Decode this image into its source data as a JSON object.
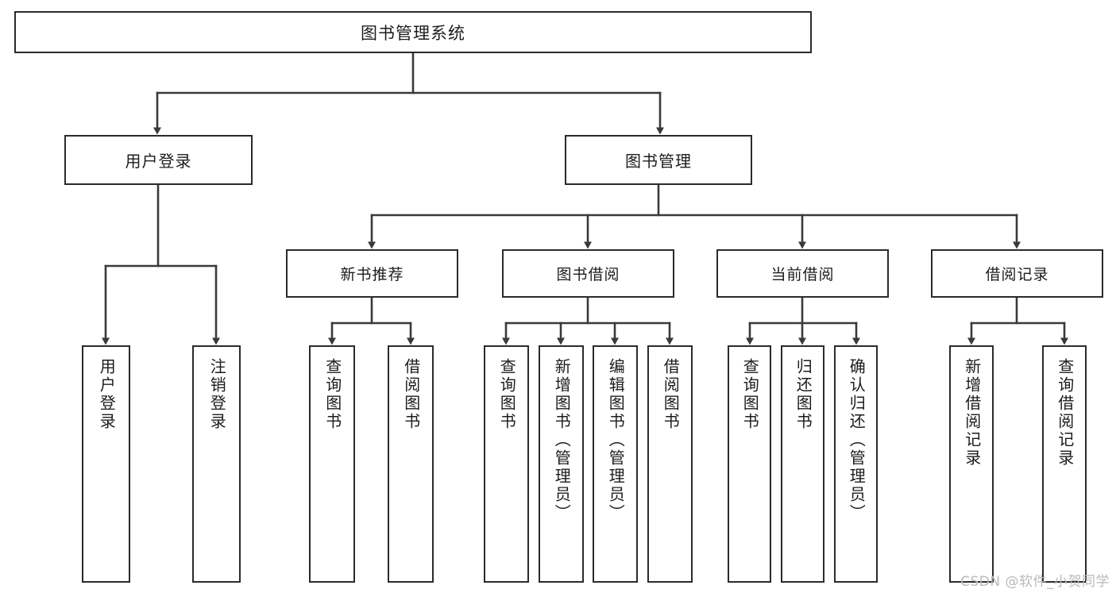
{
  "diagram": {
    "title": "图书管理系统",
    "type": "tree-hierarchy",
    "watermark": "CSDN @软件_小贺同学",
    "colors": {
      "background": "#ffffff",
      "box_border": "#2b2b2b",
      "connector": "#3a3a3a",
      "text": "#1c1c1c",
      "watermark": "#b9b9b9"
    },
    "root": {
      "label": "图书管理系统"
    },
    "level1": [
      {
        "id": "user-login",
        "label": "用户登录"
      },
      {
        "id": "book-management",
        "label": "图书管理"
      }
    ],
    "level2": [
      {
        "id": "new-book-recommend",
        "label": "新书推荐",
        "parent": "book-management"
      },
      {
        "id": "book-borrow",
        "label": "图书借阅",
        "parent": "book-management"
      },
      {
        "id": "current-borrow",
        "label": "当前借阅",
        "parent": "book-management"
      },
      {
        "id": "borrow-record",
        "label": "借阅记录",
        "parent": "book-management"
      }
    ],
    "leaves": {
      "user-login": [
        {
          "id": "leaf-user-login",
          "label": "用户登录"
        },
        {
          "id": "leaf-logout",
          "label": "注销登录"
        }
      ],
      "new-book-recommend": [
        {
          "id": "leaf-query-book-1",
          "label": "查询图书"
        },
        {
          "id": "leaf-borrow-book-1",
          "label": "借阅图书"
        }
      ],
      "book-borrow": [
        {
          "id": "leaf-query-book-2",
          "label": "查询图书"
        },
        {
          "id": "leaf-add-book",
          "label": "新增图书（管理员）"
        },
        {
          "id": "leaf-edit-book",
          "label": "编辑图书（管理员）"
        },
        {
          "id": "leaf-borrow-book-2",
          "label": "借阅图书"
        }
      ],
      "current-borrow": [
        {
          "id": "leaf-query-book-3",
          "label": "查询图书"
        },
        {
          "id": "leaf-return-book",
          "label": "归还图书"
        },
        {
          "id": "leaf-confirm-return",
          "label": "确认归还（管理员）"
        }
      ],
      "borrow-record": [
        {
          "id": "leaf-add-record",
          "label": "新增借阅记录"
        },
        {
          "id": "leaf-query-record",
          "label": "查询借阅记录"
        }
      ]
    }
  }
}
